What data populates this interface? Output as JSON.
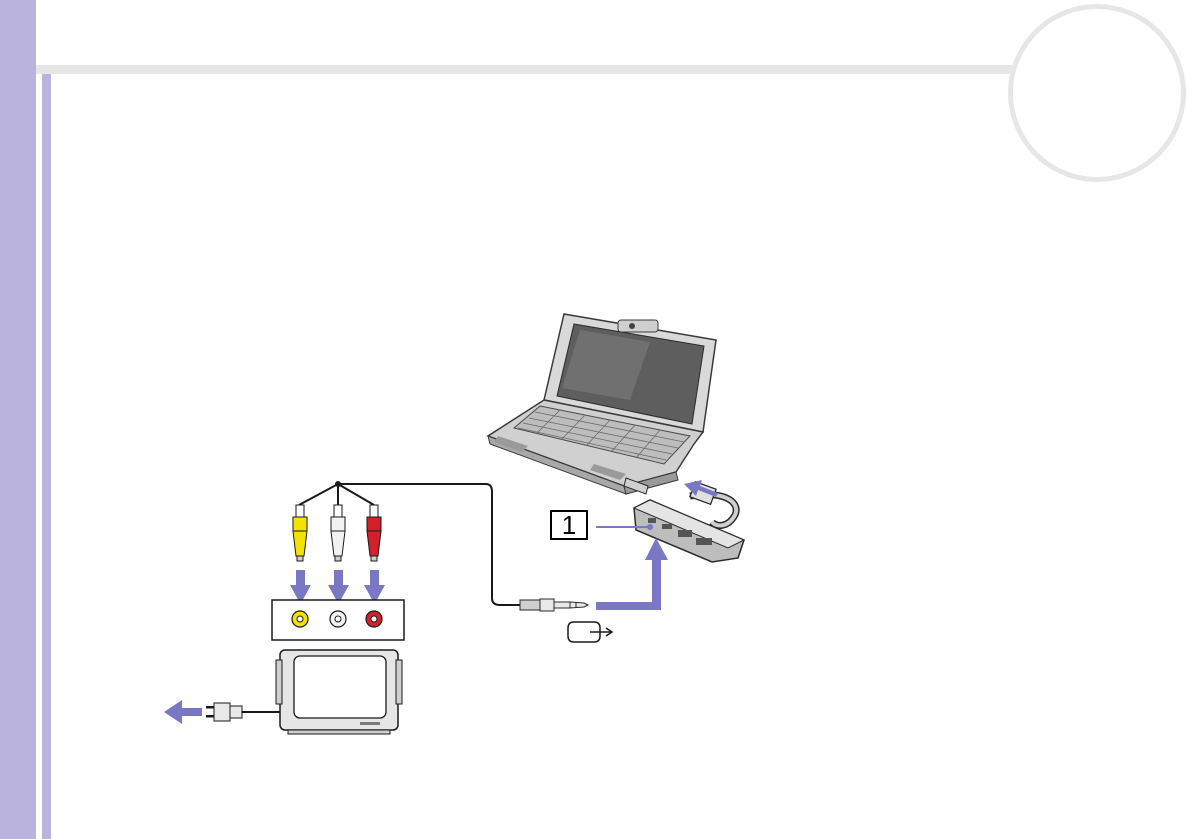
{
  "page": {
    "accent_color": "#b9b3dd",
    "rule_color": "#e6e6e6",
    "arrow_color": "#7a78c4"
  },
  "diagram": {
    "step_number": "1",
    "devices": [
      "laptop",
      "port-replicator",
      "tv",
      "power-plug"
    ],
    "connectors": [
      "yellow-rca-plug",
      "white-rca-plug",
      "red-rca-plug",
      "stereo-mini-plug"
    ],
    "jack_colors": {
      "video": "#f4e200",
      "audio_left": "#f2f2f2",
      "audio_right": "#d4202a"
    },
    "icons": [
      "av-out-icon"
    ]
  }
}
